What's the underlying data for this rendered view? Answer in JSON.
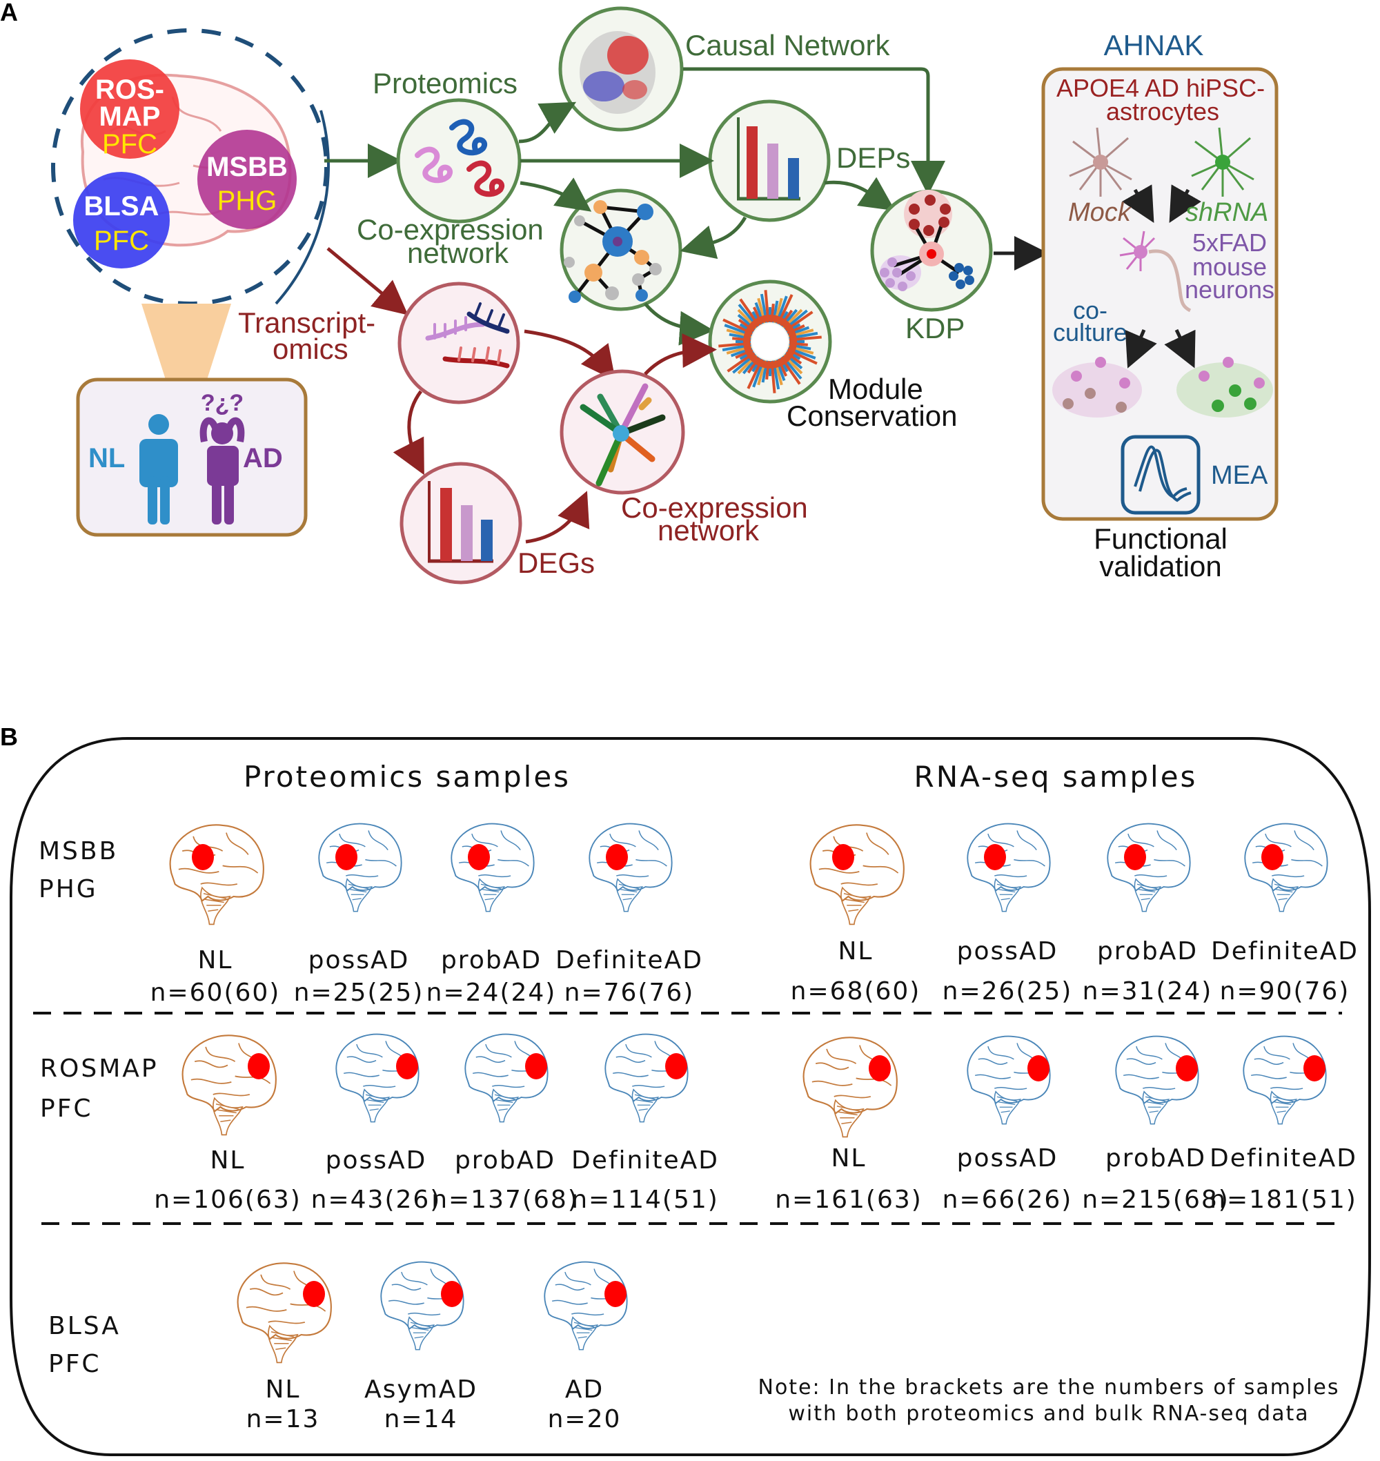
{
  "panel_a": {
    "letter": "A",
    "cohorts": [
      {
        "name_line1": "ROS-",
        "name_line2": "MAP",
        "region": "PFC",
        "color": "#f23c3c"
      },
      {
        "name_line1": "MSBB",
        "name_line2": "",
        "region": "PHG",
        "color": "#b0318f"
      },
      {
        "name_line1": "BLSA",
        "name_line2": "",
        "region": "PFC",
        "color": "#3b3ef0"
      }
    ],
    "phenotype_box": {
      "nl_label": "NL",
      "ad_label": "AD",
      "ad_symbol": "?¿?",
      "nl_color": "#2f8fc9",
      "ad_color": "#7b3a96"
    },
    "proteomics_label": "Proteomics",
    "transcriptomics_label_line1": "Transcript-",
    "transcriptomics_label_line2": "omics",
    "causal_network_label": "Causal Network",
    "deps_label": "DEPs",
    "prot_coexp_label_line1": "Co-expression",
    "prot_coexp_label_line2": "network",
    "kdp_label": "KDP",
    "module_conservation_line1": "Module",
    "module_conservation_line2": "Conservation",
    "degs_label": "DEGs",
    "rna_coexp_label_line1": "Co-expression",
    "rna_coexp_label_line2": "network",
    "validation": {
      "gene": "AHNAK",
      "title_line1": "APOE4 AD hiPSC-",
      "title_line2": "astrocytes",
      "mock_label": "Mock",
      "shrna_label": "shRNA",
      "neurons_line1": "5xFAD",
      "neurons_line2": "mouse",
      "neurons_line3": "neurons",
      "coculture_line1": "co-",
      "coculture_line2": "culture",
      "mea_label": "MEA",
      "caption_line1": "Functional",
      "caption_line2": "validation"
    },
    "colors": {
      "proteomics_green": "#3f6b39",
      "transcript_red": "#8e2323",
      "box_border": "#a87a3a",
      "ahnak_blue": "#1e5a8c"
    }
  },
  "panel_b": {
    "letter": "B",
    "proteomics_header": "Proteomics samples",
    "rnaseq_header": "RNA-seq samples",
    "rows": [
      {
        "cohort_line1": "MSBB",
        "cohort_line2": "PHG",
        "proteomics": [
          {
            "group": "NL",
            "n": "n=60(60)"
          },
          {
            "group": "possAD",
            "n": "n=25(25)"
          },
          {
            "group": "probAD",
            "n": "n=24(24)"
          },
          {
            "group": "DefiniteAD",
            "n": "n=76(76)"
          }
        ],
        "rnaseq": [
          {
            "group": "NL",
            "n": "n=68(60)"
          },
          {
            "group": "possAD",
            "n": "n=26(25)"
          },
          {
            "group": "probAD",
            "n": "n=31(24)"
          },
          {
            "group": "DefiniteAD",
            "n": "n=90(76)"
          }
        ]
      },
      {
        "cohort_line1": "ROSMAP",
        "cohort_line2": "PFC",
        "proteomics": [
          {
            "group": "NL",
            "n": "n=106(63)"
          },
          {
            "group": "possAD",
            "n": "n=43(26)"
          },
          {
            "group": "probAD",
            "n": "n=137(68)"
          },
          {
            "group": "DefiniteAD",
            "n": "n=114(51)"
          }
        ],
        "rnaseq": [
          {
            "group": "NL",
            "n": "n=161(63)"
          },
          {
            "group": "possAD",
            "n": "n=66(26)"
          },
          {
            "group": "probAD",
            "n": "n=215(68)"
          },
          {
            "group": "DefiniteAD",
            "n": "n=181(51)"
          }
        ]
      },
      {
        "cohort_line1": "BLSA",
        "cohort_line2": "PFC",
        "proteomics": [
          {
            "group": "NL",
            "n": "n=13"
          },
          {
            "group": "AsymAD",
            "n": "n=14"
          },
          {
            "group": "AD",
            "n": "n=20"
          }
        ]
      }
    ],
    "note_line1": "Note: In the brackets are the numbers of samples",
    "note_line2": "with both proteomics and bulk RNA-seq data",
    "colors": {
      "nl_brain": "#c47a3c",
      "ad_brain": "#4a86b8",
      "region_dot": "#ff0000"
    }
  }
}
